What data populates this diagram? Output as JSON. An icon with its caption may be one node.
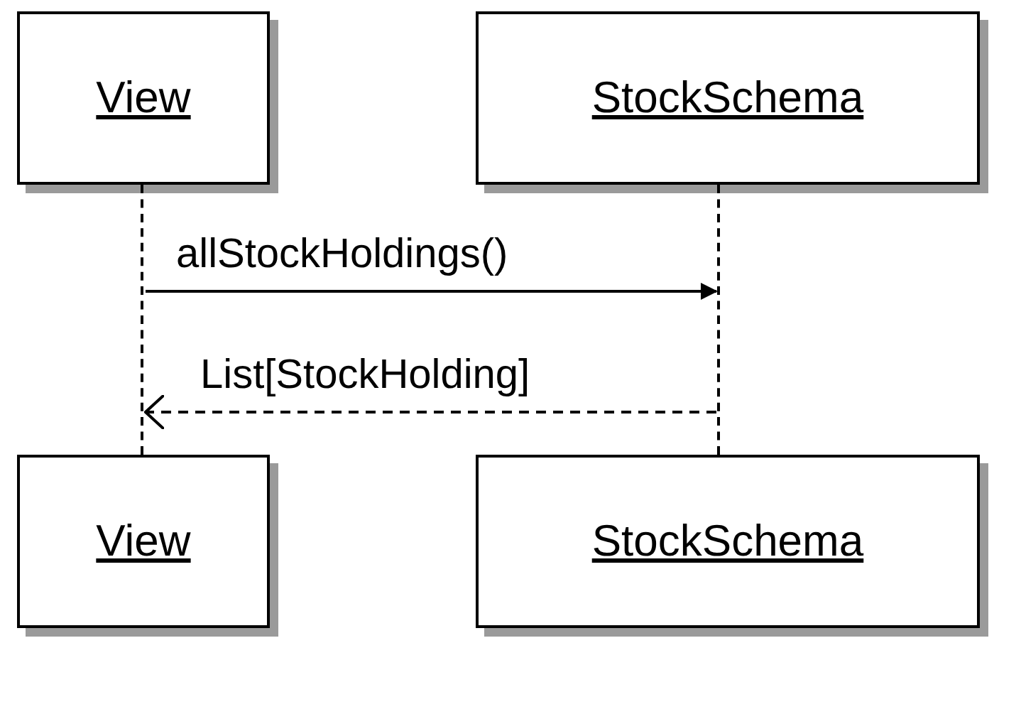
{
  "diagram": {
    "nodes": [
      {
        "text": [
          "View"
        ]
      },
      {
        "text": [
          "StockSchema"
        ]
      },
      {
        "text": [],
        "shape": "line"
      },
      {
        "text": [],
        "shape": "line"
      },
      {
        "text": [
          "View"
        ]
      },
      {
        "text": [
          "StockSchema"
        ]
      }
    ],
    "edges": [
      {
        "from": 2,
        "to": 3,
        "arrow": "to",
        "label": "allStockHoldings()"
      },
      {
        "from": 3,
        "to": 2,
        "arrow": "to",
        "label": "List[StockHolding]",
        "style": "dashed"
      }
    ]
  }
}
